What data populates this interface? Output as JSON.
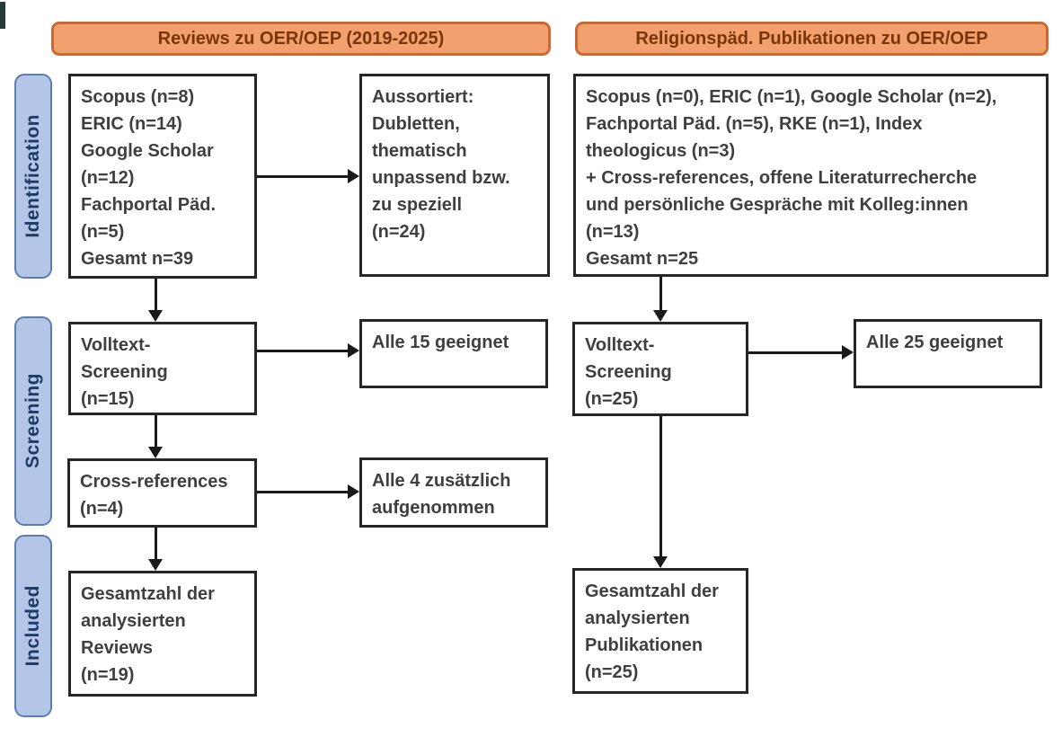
{
  "diagram": {
    "headers": {
      "left": "Reviews zu OER/OEP (2019-2025)",
      "right": "Religionspäd. Publikationen zu OER/OEP"
    },
    "stages": {
      "identification": "Identification",
      "screening": "Screening",
      "included": "Included"
    },
    "boxes": {
      "sources_left": {
        "lines": [
          "Scopus (n=8)",
          "ERIC (n=14)",
          "Google Scholar",
          "(n=12)",
          "Fachportal Päd.",
          "(n=5)",
          "Gesamt n=39"
        ]
      },
      "excluded_left": {
        "lines": [
          "Aussortiert:",
          "Dubletten,",
          "thematisch",
          "unpassend bzw.",
          "zu speziell",
          "(n=24)"
        ]
      },
      "sources_right": {
        "lines": [
          "Scopus (n=0), ERIC (n=1), Google Scholar (n=2),",
          "Fachportal Päd. (n=5), RKE (n=1), Index",
          "theologicus (n=3)",
          "+ Cross-references, offene Literaturrecherche",
          "und persönliche Gespräche mit Kolleg:innen",
          "(n=13)",
          "Gesamt n=25"
        ]
      },
      "fulltext_left": {
        "lines": [
          "Volltext-",
          "Screening",
          "(n=15)"
        ]
      },
      "result_left_15": {
        "lines": [
          "Alle 15 geeignet"
        ]
      },
      "fulltext_right": {
        "lines": [
          "Volltext-",
          "Screening",
          "(n=25)"
        ]
      },
      "result_right_25": {
        "lines": [
          "Alle 25 geeignet"
        ]
      },
      "crossref": {
        "lines": [
          "Cross-references",
          "(n=4)"
        ]
      },
      "result_crossref_4": {
        "lines": [
          "Alle 4 zusätzlich",
          "aufgenommen"
        ]
      },
      "included_left": {
        "lines": [
          "Gesamtzahl der",
          "analysierten",
          "Reviews",
          "(n=19)"
        ]
      },
      "included_right": {
        "lines": [
          "Gesamtzahl der",
          "analysierten",
          "Publikationen",
          "(n=25)"
        ]
      }
    },
    "colors": {
      "header_fill": "#F1A06E",
      "header_border": "#C96A33",
      "header_text": "#7B3509",
      "stage_fill": "#B3C6E7",
      "stage_border": "#5C7DAD",
      "stage_text": "#1E3A66",
      "box_border": "#262626",
      "box_text": "#3F3F3F",
      "arrow": "#1A1A1A"
    }
  }
}
